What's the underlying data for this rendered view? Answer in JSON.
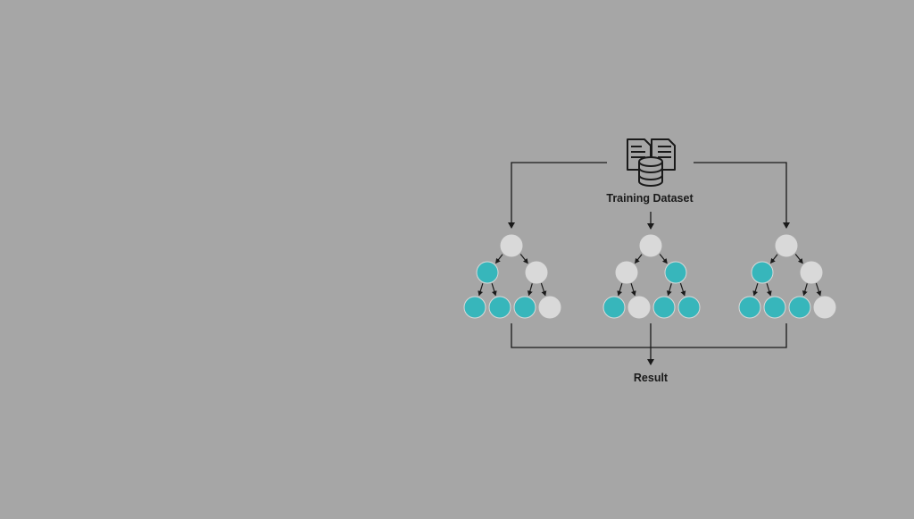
{
  "diagram": {
    "dataset_label": "Training Dataset",
    "result_label": "Result",
    "icon": "dataset-documents-database-icon",
    "colors": {
      "background": "#a6a6a6",
      "line": "#1a1a1a",
      "node_teal": "#37b6bb",
      "node_light": "#d9d9d9",
      "node_stroke": "#d9d9d9"
    },
    "trees": [
      {
        "name": "tree-1",
        "nodes": [
          "light",
          "teal",
          "light",
          "teal",
          "teal",
          "teal",
          "light"
        ]
      },
      {
        "name": "tree-2",
        "nodes": [
          "light",
          "light",
          "teal",
          "teal",
          "light",
          "teal",
          "teal"
        ]
      },
      {
        "name": "tree-3",
        "nodes": [
          "light",
          "teal",
          "light",
          "teal",
          "teal",
          "teal",
          "light"
        ]
      }
    ]
  }
}
